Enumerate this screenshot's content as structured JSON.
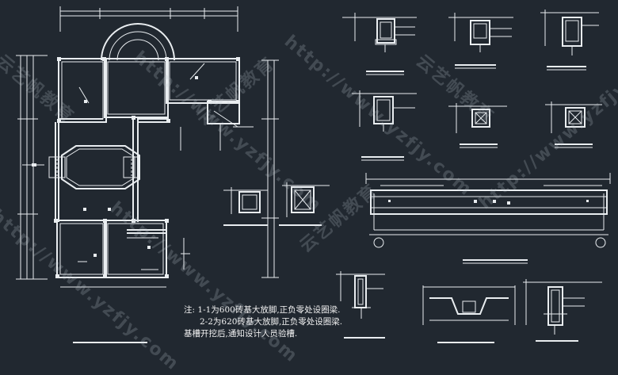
{
  "notes": {
    "label": "注:",
    "line1": "1-1为600砖基大放脚,正负零处设圈梁.",
    "line2": "2-2为620砖基大放脚,正负零处设圈梁.",
    "line3": "基槽开挖后,通知设计人员验槽."
  },
  "watermark": {
    "url": "http://www.yzfjy.com",
    "brand": "云艺帆教育"
  },
  "colors": {
    "background": "#212830",
    "line": "#e9edf0",
    "dim": "#c9ced3",
    "watermark": "#bec8d2"
  }
}
